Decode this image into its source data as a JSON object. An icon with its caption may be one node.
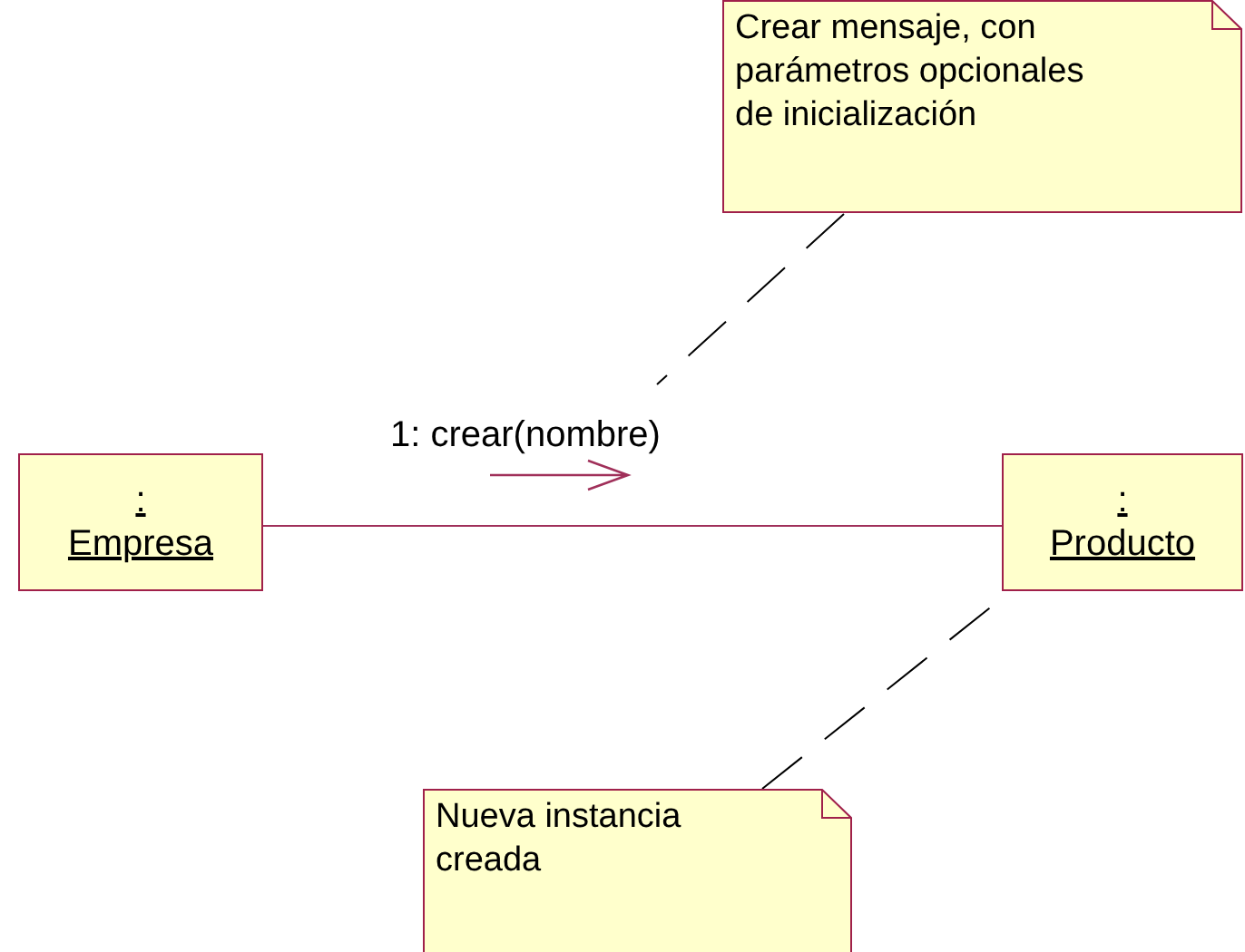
{
  "diagram": {
    "nodes": [
      {
        "text": [
          ": Empresa"
        ]
      },
      {
        "text": [
          ": Producto"
        ]
      },
      {
        "text": [
          "Crear mensaje, con parámetros opcionales de inicialización"
        ]
      },
      {
        "text": [
          "Nueva instancia creada"
        ]
      }
    ],
    "edges": [
      {
        "from": 0,
        "to": 1,
        "arrow": "none",
        "label": "1: crear(nombre)",
        "color": "#a0305a"
      },
      {
        "from": 2,
        "to": null,
        "arrow": "none",
        "style": "dashed"
      },
      {
        "from": 3,
        "to": 1,
        "arrow": "none",
        "style": "dashed"
      }
    ]
  }
}
